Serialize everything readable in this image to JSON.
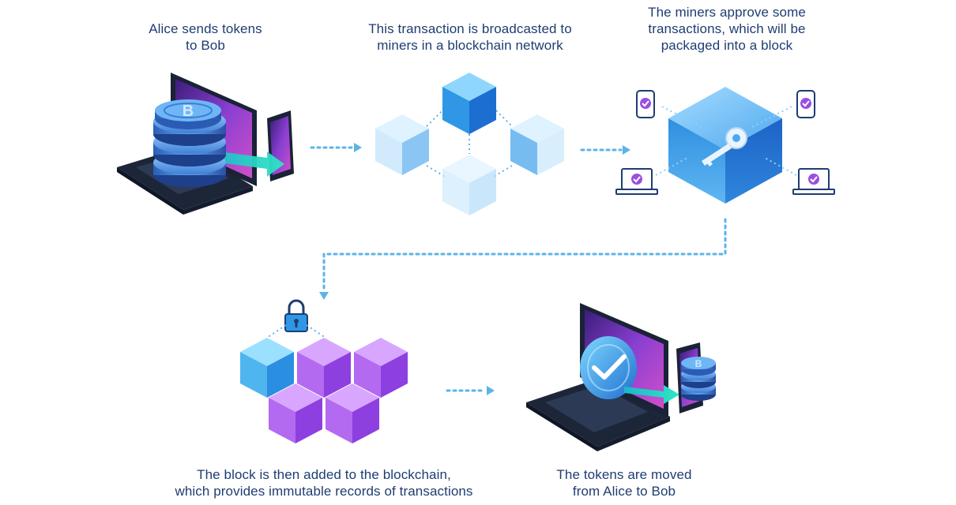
{
  "steps": [
    {
      "line1": "Alice sends tokens",
      "line2": "to Bob"
    },
    {
      "line1": "This transaction is broadcasted to",
      "line2": "miners in a blockchain network"
    },
    {
      "line1": "The miners approve some",
      "line2": "transactions, which will be",
      "line3": "packaged into a block"
    },
    {
      "line1": "The block is then added to the blockchain,",
      "line2": "which provides immutable records of transactions"
    },
    {
      "line1": "The tokens are moved",
      "line2": "from Alice to Bob"
    }
  ],
  "icons": {
    "coin_letter": "B"
  },
  "colors": {
    "text": "#1e3d72",
    "connector": "#5ab4e8",
    "cube_blue": "#3aa7e8",
    "cube_purple": "#9b4fe0",
    "laptop": "#1f2a44",
    "screen": "#8a3fd1"
  }
}
